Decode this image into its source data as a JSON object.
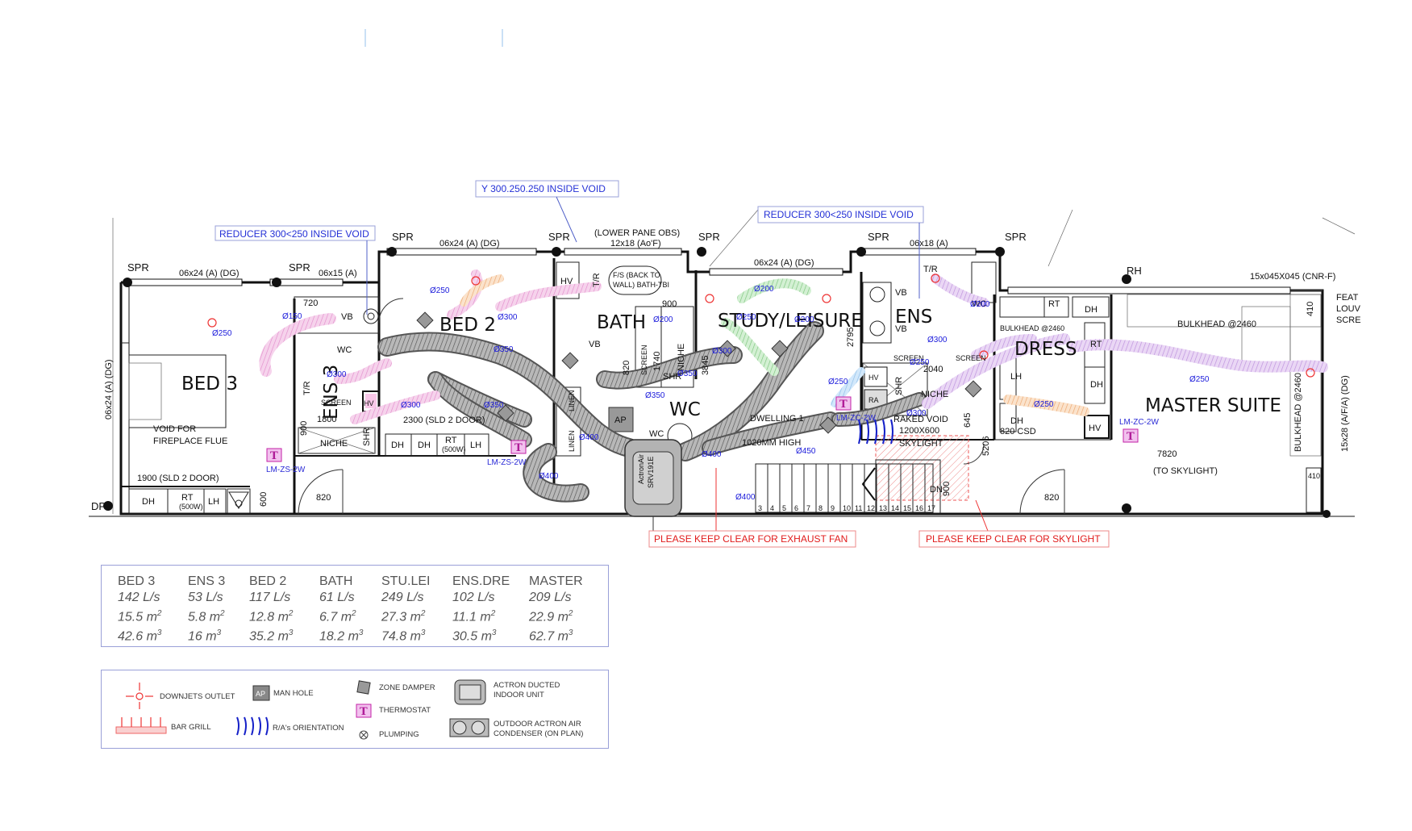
{
  "notes": {
    "reducer_left": "REDUCER 300<250 INSIDE VOID",
    "y_piece": "Y 300.250.250 INSIDE VOID",
    "reducer_right": "REDUCER 300<250 INSIDE VOID",
    "exhaust": "PLEASE KEEP CLEAR FOR EXHAUST FAN",
    "skylight": "PLEASE KEEP CLEAR FOR SKYLIGHT"
  },
  "rooms": {
    "bed3": "BED 3",
    "ens3": "ENS 3",
    "bed2": "BED 2",
    "bath": "BATH",
    "study": "STUDY/LEISURE",
    "wc": "WC",
    "ens": "ENS",
    "dress": "DRESS",
    "master": "MASTER SUITE"
  },
  "spr": "SPR",
  "dp": "DP",
  "rh": "RH",
  "windows": {
    "w1": "06x24 (A) (DG)",
    "w2": "06x15 (A)",
    "w3": "06x24 (A) (DG)",
    "w4": "(LOWER PANE OBS)",
    "w5": "12x18 (Ao'F)",
    "w6": "06x24 (A) (DG)",
    "w7": "06x18 (A)",
    "w8": "15x045X045 (CNR-F)",
    "w_side_left": "06x24 (A) (DG)",
    "w_side_right1": "BULKHEAD @2460",
    "w_side_right2": "15x28 (A/F/A) (DG)"
  },
  "labels": {
    "void": "VOID FOR",
    "flue": "FIREPLACE FLUE",
    "door1900": "1900 (SLD 2 DOOR)",
    "door2300": "2300 (SLD 2 DOOR)",
    "d820a": "820",
    "d820b": "820",
    "d820c": "820",
    "d820d": "820 CSD",
    "dh": "DH",
    "rt": "RT",
    "rt_sub": "(500W)",
    "lh": "LH",
    "niche": "NICHE",
    "shr": "SHR",
    "screen": "SCREEN",
    "wc": "WC",
    "vb": "VB",
    "tr": "T/R",
    "hv": "HV",
    "ra": "RA",
    "n1800": "1800",
    "n900": "900",
    "n720": "720",
    "n600": "600",
    "n2040": "2040",
    "n820": "820",
    "n1740": "1740",
    "n3845": "3845",
    "n2795": "2795",
    "n645": "645",
    "n5206": "5206",
    "n7820": "7820",
    "n410": "410",
    "fs": "F/S (BACK TO",
    "fs2": "WALL) BATH-TBI",
    "linen": "LINEN",
    "linen2": "LINEN",
    "dwelling": "DWELLING 1",
    "mm": "1020MM HIGH",
    "raked": "RAKED VOID",
    "sky_size": "1200X600",
    "sky": "SKYLIGHT",
    "dn": "DN",
    "toskylight": "(TO SKYLIGHT)",
    "bulkhead": "BULKHEAD @2460",
    "bulkhead2": "BULKHEAD @2460",
    "actron": "ActronAir",
    "model": "SRV191E",
    "fea1": "FEAT",
    "fea2": "LOUV",
    "fea3": "SCRE",
    "shr2": "SHR",
    "ensdress_wc": "WC",
    "steps": [
      "3",
      "4",
      "5",
      "6",
      "7",
      "8",
      "9",
      "10",
      "11",
      "12",
      "13",
      "14",
      "15",
      "16",
      "17"
    ]
  },
  "thermostats": {
    "t1": "LM-ZS-2W",
    "t2": "LM-ZS-2W",
    "t3": "LM-ZC-2W",
    "t4": "LM-ZC-2W",
    "symbol": "T"
  },
  "diameters": {
    "d250a": "Ø250",
    "d150": "Ø150",
    "d300a": "Ø300",
    "d250b": "Ø250",
    "d300b": "Ø300",
    "d350a": "Ø350",
    "d350b": "Ø350",
    "d300c": "Ø300",
    "d400a": "Ø400",
    "d400b": "Ø400",
    "d200a": "Ø200",
    "d200b": "Ø200",
    "d250c": "Ø250",
    "d200c": "Ø200",
    "d350c": "Ø350",
    "d300d": "Ø300",
    "d400c": "Ø400",
    "d400d": "Ø400",
    "d450": "Ø450",
    "d250d": "Ø250",
    "d300e": "Ø300",
    "d250e": "Ø250",
    "d300f": "Ø300",
    "d200d": "Ø200",
    "d250f": "Ø250",
    "d250g": "Ø250",
    "d350d": "Ø350"
  },
  "colors": {
    "pink": "#e89ad0",
    "purple": "#c79be0",
    "green": "#8cd08c",
    "orange": "#f2b883",
    "grey": "#8d8d8d",
    "blue": "#2430d6",
    "red": "#e11b1b",
    "magenta": "#d21fb0"
  },
  "schedule": [
    {
      "name": "BED 3",
      "flow": "142 L/s",
      "area": "15.5 m",
      "vol": "42.6 m"
    },
    {
      "name": "ENS 3",
      "flow": "53 L/s",
      "area": "5.8 m",
      "vol": "16 m"
    },
    {
      "name": "BED 2",
      "flow": "117 L/s",
      "area": "12.8 m",
      "vol": "35.2 m"
    },
    {
      "name": "BATH",
      "flow": "61 L/s",
      "area": "6.7 m",
      "vol": "18.2 m"
    },
    {
      "name": "STU.LEI",
      "flow": "249 L/s",
      "area": "27.3 m",
      "vol": "74.8 m"
    },
    {
      "name": "ENS.DRE",
      "flow": "102 L/s",
      "area": "11.1 m",
      "vol": "30.5 m"
    },
    {
      "name": "MASTER",
      "flow": "209 L/s",
      "area": "22.9 m",
      "vol": "62.7 m"
    }
  ],
  "legend": {
    "downjets": "DOWNJETS OUTLET",
    "manhole": "MAN HOLE",
    "zone_damper": "ZONE DAMPER",
    "actron1": "ACTRON DUCTED",
    "actron2": "INDOOR UNIT",
    "thermostat": "THERMOSTAT",
    "bar_grill": "BAR GRILL",
    "ra_orientation": "R/A's ORIENTATION",
    "plumping": "PLUMPING",
    "outdoor1": "OUTDOOR ACTRON AIR",
    "outdoor2": "CONDENSER (ON PLAN)",
    "ap": "AP"
  }
}
